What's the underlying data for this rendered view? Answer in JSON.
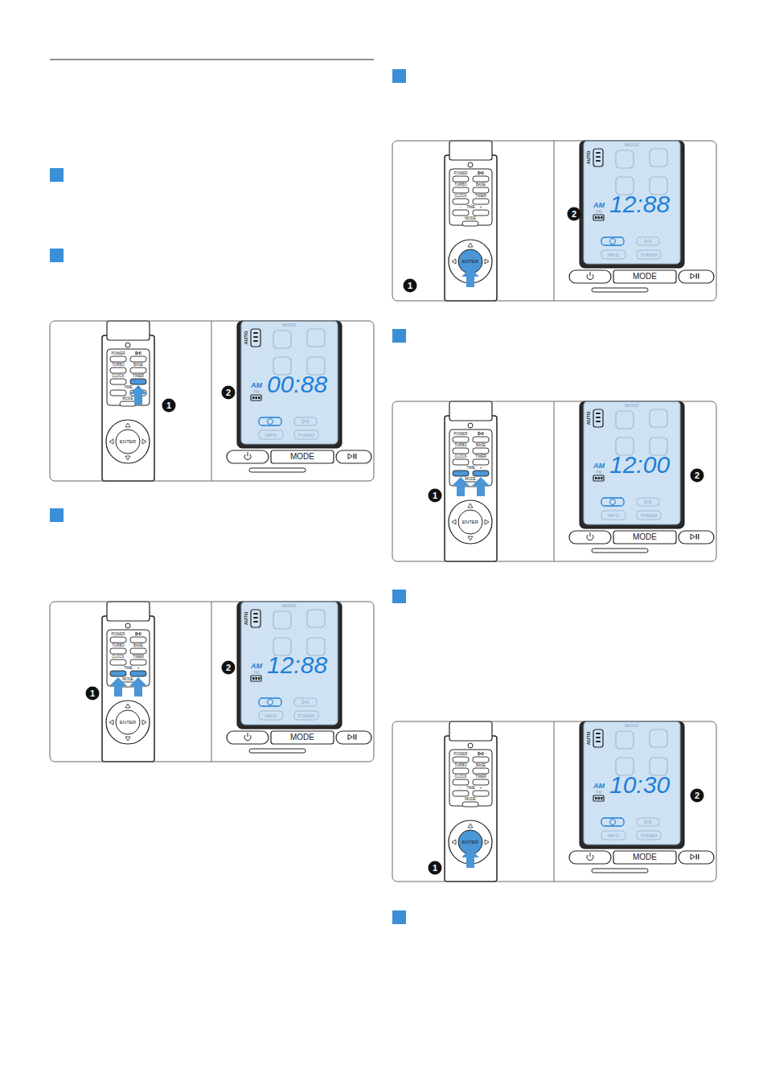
{
  "diagram": {
    "labels": [
      "POWER",
      "TURBO",
      "BASE",
      "CLOCK",
      "TIMER",
      "-",
      "TIME",
      "+",
      "MODE",
      "ENTER",
      "MODE",
      "AUTO",
      "AM",
      "PM",
      "00:88",
      "INFO",
      "TURBO",
      "MODE",
      "1",
      "2",
      "POWER",
      "TURBO",
      "BASE",
      "CLOCK",
      "TIMER",
      "-",
      "TIME",
      "+",
      "MODE",
      "ENTER",
      "MODE",
      "AUTO",
      "AM",
      "PM",
      "12:88",
      "INFO",
      "TURBO",
      "MODE",
      "1",
      "2",
      "POWER",
      "TURBO",
      "BASE",
      "CLOCK",
      "TIMER",
      "-",
      "TIME",
      "+",
      "MODE",
      "ENTER",
      "MODE",
      "AUTO",
      "AM",
      "PM",
      "12:88",
      "INFO",
      "TURBO",
      "MODE",
      "1",
      "2",
      "POWER",
      "TURBO",
      "BASE",
      "CLOCK",
      "TIMER",
      "-",
      "TIME",
      "+",
      "MODE",
      "ENTER",
      "MODE",
      "AUTO",
      "AM",
      "PM",
      "12:00",
      "INFO",
      "TURBO",
      "MODE",
      "1",
      "2",
      "POWER",
      "TURBO",
      "BASE",
      "CLOCK",
      "TIMER",
      "-",
      "TIME",
      "+",
      "MODE",
      "ENTER",
      "MODE",
      "AUTO",
      "AM",
      "PM",
      "10:30",
      "INFO",
      "TURBO",
      "MODE",
      "1",
      "2"
    ]
  }
}
